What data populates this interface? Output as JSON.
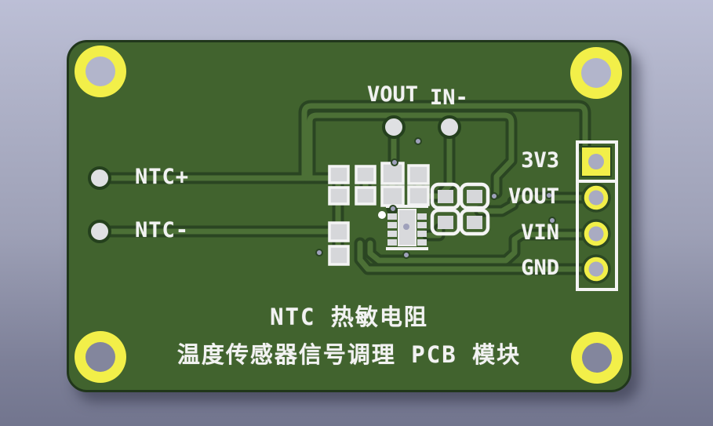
{
  "scene": {
    "description": "3D render of a green PCB module on a lavender-gray gradient background",
    "background_top_color": "#bcbfd6",
    "background_bottom_color": "#72758e"
  },
  "board": {
    "solder_mask_color": "#41632e",
    "trace_outline_color": "#2a4522",
    "trace_center_color": "#4c7036",
    "silkscreen_color": "#f2f2f2",
    "pad_color": "#d6d7da",
    "pin_yellow_color": "#f2ef49",
    "via_color": "#9fa1bb",
    "mounting_hole_count": 4,
    "labels": {
      "vout_test_point": "VOUT",
      "in_minus_test_point": "IN-",
      "ntc_plus": "NTC+",
      "ntc_minus": "NTC-"
    },
    "header": {
      "pins": [
        {
          "label": "3V3",
          "pad_shape": "square"
        },
        {
          "label": "VOUT",
          "pad_shape": "round"
        },
        {
          "label": "VIN",
          "pad_shape": "round"
        },
        {
          "label": "GND",
          "pad_shape": "round"
        }
      ]
    },
    "title_line1": "NTC 热敏电阻",
    "title_line2": "温度传感器信号调理 PCB 模块"
  }
}
